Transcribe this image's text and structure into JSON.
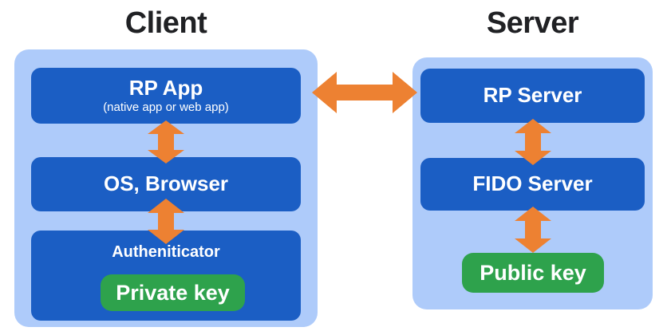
{
  "colors": {
    "container_bg": "#AECBFA",
    "box_bg": "#1B5EC4",
    "key_bg": "#2EA24C",
    "arrow": "#ED8132",
    "title_color": "#202124",
    "box_text": "#FFFFFF"
  },
  "diagram": {
    "client": {
      "title": "Client",
      "rp_app_label": "RP App",
      "rp_app_sublabel": "(native app or web app)",
      "os_browser_label": "OS, Browser",
      "authenticator_label": "Autheniticator",
      "private_key_label": "Private key"
    },
    "server": {
      "title": "Server",
      "rp_server_label": "RP Server",
      "fido_server_label": "FIDO Server",
      "public_key_label": "Public key"
    }
  }
}
